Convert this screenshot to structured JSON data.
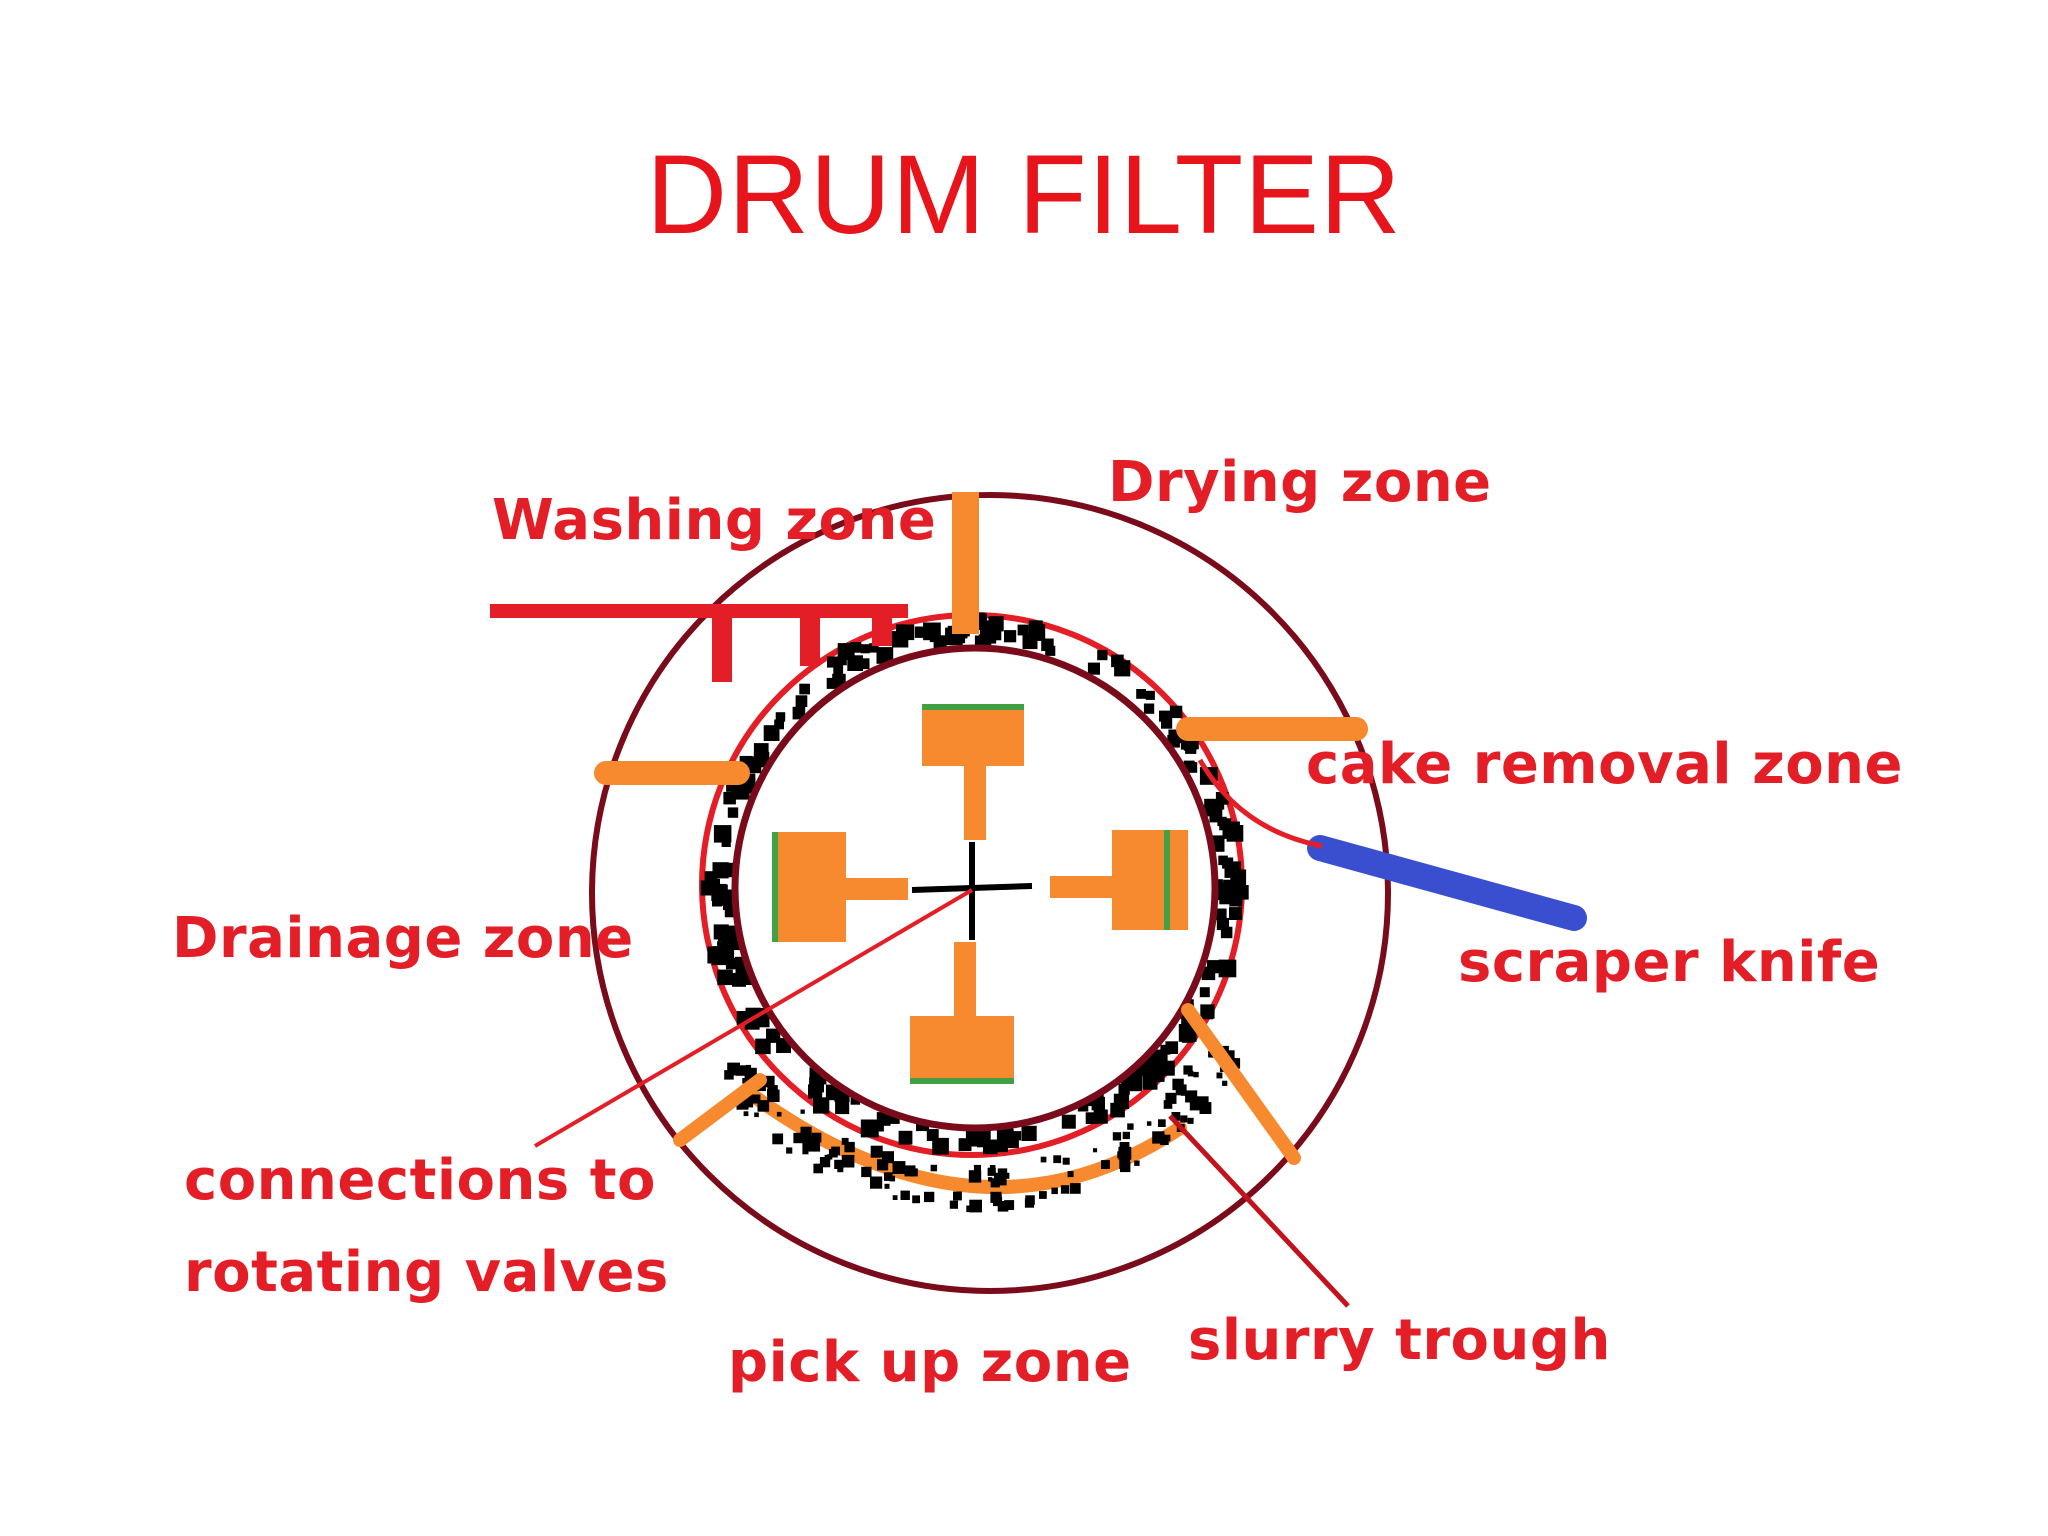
{
  "title": "DRUM FILTER",
  "labels": {
    "washing_zone": "Washing zone",
    "drying_zone": "Drying zone",
    "cake_removal_zone": "cake removal zone",
    "drainage_zone": "Drainage zone",
    "scraper_knife": "scraper knife",
    "connections_line1": "connections to",
    "connections_line2": "rotating valves",
    "pick_up_zone": "pick up zone",
    "slurry_trough": "slurry trough"
  },
  "colors": {
    "label_red": "#e41e26",
    "outer_ring": "#7a0b1a",
    "inner_drum": "#7a0b1a",
    "orange": "#f7892f",
    "cake_black": "#000000",
    "scraper_blue": "#3a4fd0",
    "wash_red": "#e41e26"
  }
}
